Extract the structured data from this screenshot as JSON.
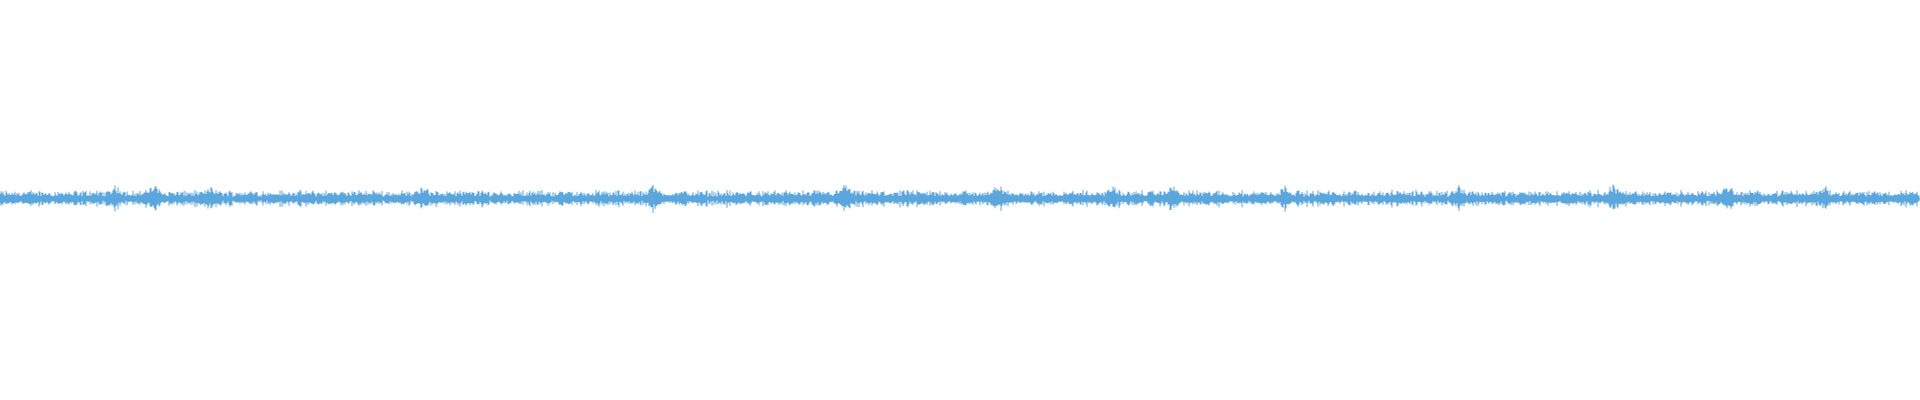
{
  "waveform": {
    "color": "#5aa6dd",
    "background": "#ffffff",
    "samples": 1920,
    "peak_amplitude": 0.04,
    "burst_positions": [
      0.06,
      0.08,
      0.11,
      0.22,
      0.34,
      0.44,
      0.52,
      0.58,
      0.61,
      0.67,
      0.76,
      0.84,
      0.9,
      0.95
    ]
  }
}
